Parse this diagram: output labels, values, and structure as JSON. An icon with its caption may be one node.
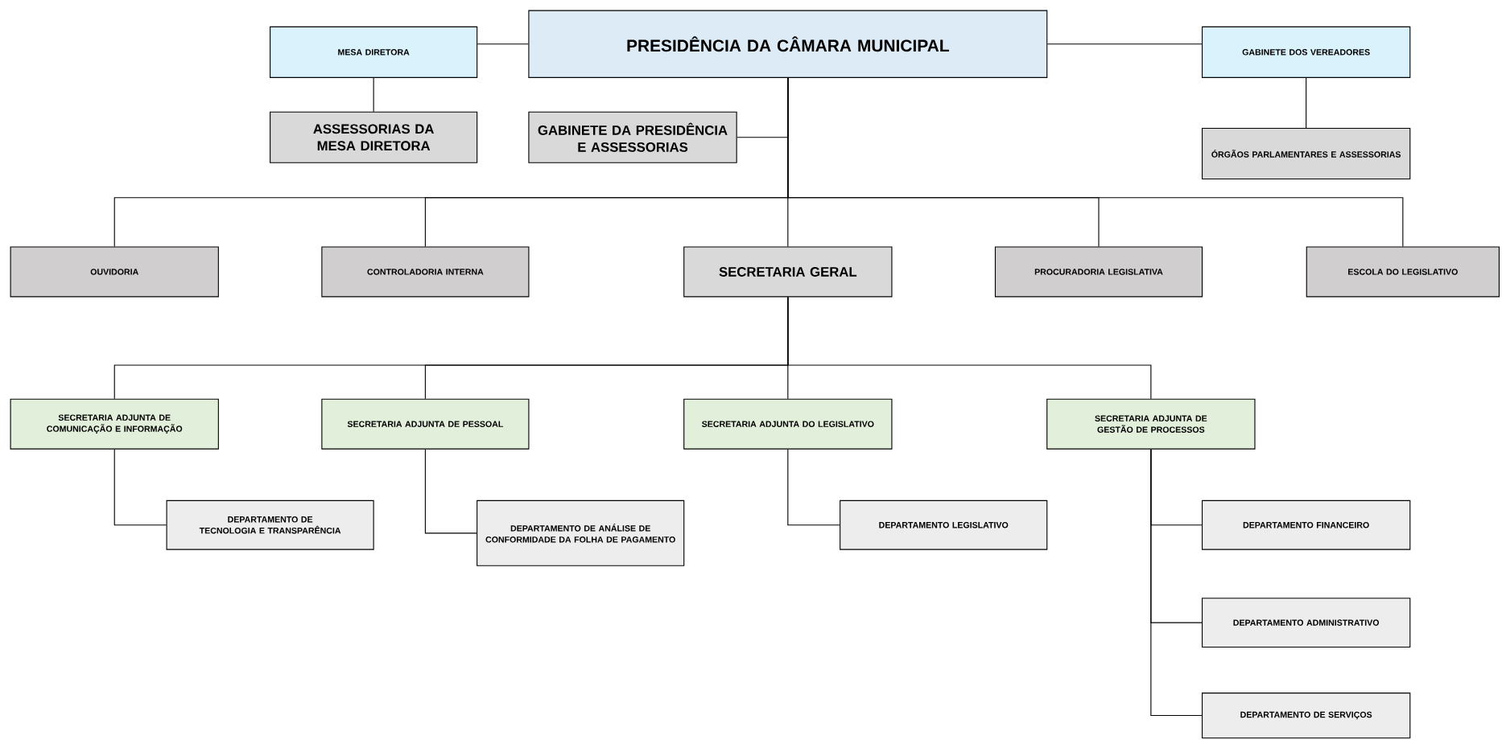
{
  "diagram": {
    "nodes": [
      {
        "text": [
          "PRESIDÊNCIA DA CÂMARA MUNICIPAL"
        ]
      },
      {
        "text": [
          "MESA DIRETORA"
        ]
      },
      {
        "text": [
          "GABINETE DOS VEREADORES"
        ]
      },
      {
        "text": [
          "ASSESSORIAS DA MESA DIRETORA"
        ]
      },
      {
        "text": [
          "GABINETE DA PRESIDÊNCIA E ASSESSORIAS"
        ]
      },
      {
        "text": [
          "ÓRGÃOS PARLAMENTARES E ASSESSORIAS"
        ]
      },
      {
        "text": [
          "OUVIDORIA"
        ]
      },
      {
        "text": [
          "CONTROLADORIA INTERNA"
        ]
      },
      {
        "text": [
          "SECRETARIA GERAL"
        ]
      },
      {
        "text": [
          "PROCURADORIA LEGISLATIVA"
        ]
      },
      {
        "text": [
          "ESCOLA DO LEGISLATIVO"
        ]
      },
      {
        "text": [
          "SECRETARIA ADJUNTA DE COMUNICAÇÃO E INFORMAÇÃO"
        ]
      },
      {
        "text": [
          "SECRETARIA ADJUNTA DE PESSOAL"
        ]
      },
      {
        "text": [
          "SECRETARIA ADJUNTA DO LEGISLATIVO"
        ]
      },
      {
        "text": [
          "SECRETARIA ADJUNTA DE GESTÃO DE PROCESSOS"
        ]
      },
      {
        "text": [
          "DEPARTAMENTO DE TECNOLOGIA E TRANSPARÊNCIA"
        ]
      },
      {
        "text": [
          "DEPARTAMENTO DE ANÁLISE DE CONFORMIDADE DA FOLHA DE PAGAMENTO"
        ]
      },
      {
        "text": [
          "DEPARTAMENTO LEGISLATIVO"
        ]
      },
      {
        "text": [
          "DEPARTAMENTO FINANCEIRO"
        ]
      },
      {
        "text": [
          "DEPARTAMENTO ADMINISTRATIVO"
        ]
      },
      {
        "text": [
          "DEPARTAMENTO DE SERVIÇOS"
        ]
      }
    ],
    "edges": [
      {
        "from": 0,
        "to": 1,
        "arrow": "none"
      },
      {
        "from": 0,
        "to": 2,
        "arrow": "none"
      },
      {
        "from": 1,
        "to": 3,
        "arrow": "none"
      },
      {
        "from": 2,
        "to": 5,
        "arrow": "none"
      },
      {
        "from": 0,
        "to": 4,
        "arrow": "none"
      },
      {
        "from": 0,
        "to": 6,
        "arrow": "none"
      },
      {
        "from": 0,
        "to": 7,
        "arrow": "none"
      },
      {
        "from": 0,
        "to": 8,
        "arrow": "none"
      },
      {
        "from": 0,
        "to": 9,
        "arrow": "none"
      },
      {
        "from": 0,
        "to": 10,
        "arrow": "none"
      },
      {
        "from": 8,
        "to": 11,
        "arrow": "none"
      },
      {
        "from": 8,
        "to": 12,
        "arrow": "none"
      },
      {
        "from": 8,
        "to": 13,
        "arrow": "none"
      },
      {
        "from": 8,
        "to": 14,
        "arrow": "none"
      },
      {
        "from": 11,
        "to": 15,
        "arrow": "none"
      },
      {
        "from": 12,
        "to": 16,
        "arrow": "none"
      },
      {
        "from": 13,
        "to": 17,
        "arrow": "none"
      },
      {
        "from": 14,
        "to": 18,
        "arrow": "none"
      },
      {
        "from": 14,
        "to": 19,
        "arrow": "none"
      },
      {
        "from": 14,
        "to": 20,
        "arrow": "none"
      }
    ]
  }
}
